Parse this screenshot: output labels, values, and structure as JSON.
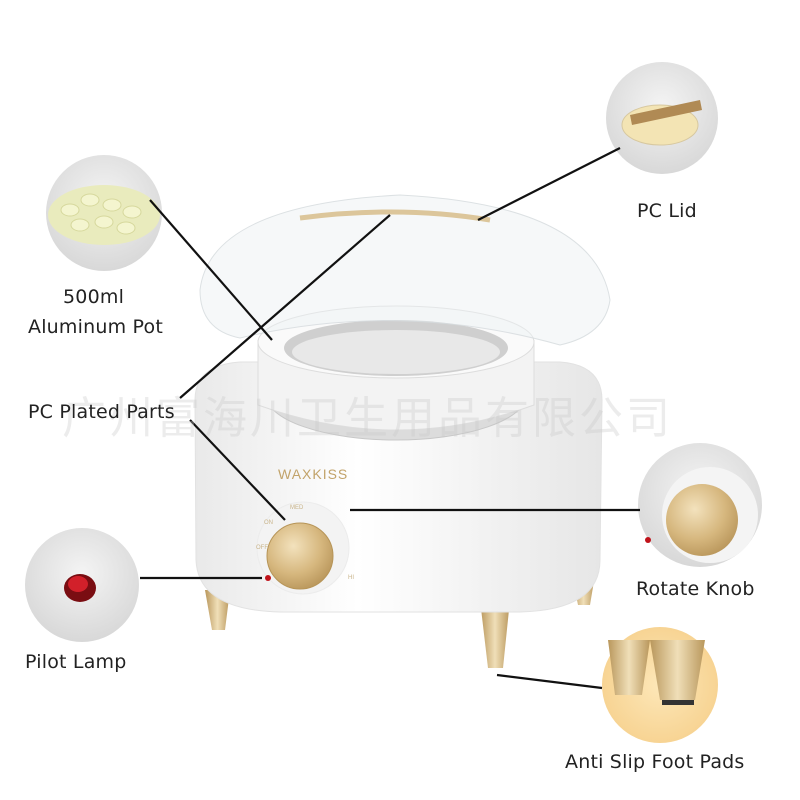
{
  "labels": {
    "pc_lid": "PC Lid",
    "pot_line1": "500ml",
    "pot_line2": "Aluminum Pot",
    "plated_parts": "PC Plated Parts",
    "rotate_knob": "Rotate Knob",
    "pilot_lamp": "Pilot Lamp",
    "foot_pads": "Anti Slip Foot Pads"
  },
  "product": {
    "brand": "WAXKISS",
    "knob_marks": {
      "off": "OFF",
      "on": "ON",
      "med": "MED",
      "hi": "HI"
    }
  },
  "watermark": "广州富海川卫生用品有限公司",
  "colors": {
    "gold": "#d9bf8c",
    "body": "#f6f6f6",
    "lamp": "#c0121a",
    "line": "#111111"
  }
}
